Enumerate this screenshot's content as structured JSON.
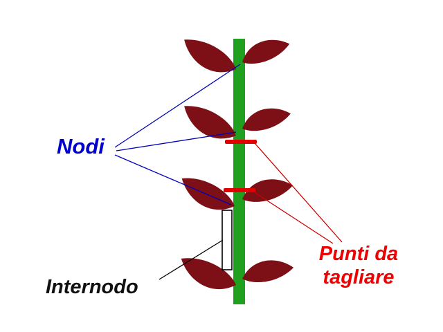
{
  "diagram": {
    "title_meaning": "Plant cutting diagram (Italian)",
    "labels": {
      "nodi": "Nodi",
      "internodo": "Internodo",
      "punti_line1": "Punti  da",
      "punti_line2": "tagliare"
    },
    "colors": {
      "stem_green": "#1fa01f",
      "leaf_red": "#7d1016",
      "nodi_blue": "#0000cc",
      "cut_red": "#e00000",
      "punti_red": "#f00000",
      "internodo_black": "#111111",
      "connector_blue": "#0000bb",
      "connector_red": "#cc0000",
      "connector_black": "#000000"
    }
  }
}
